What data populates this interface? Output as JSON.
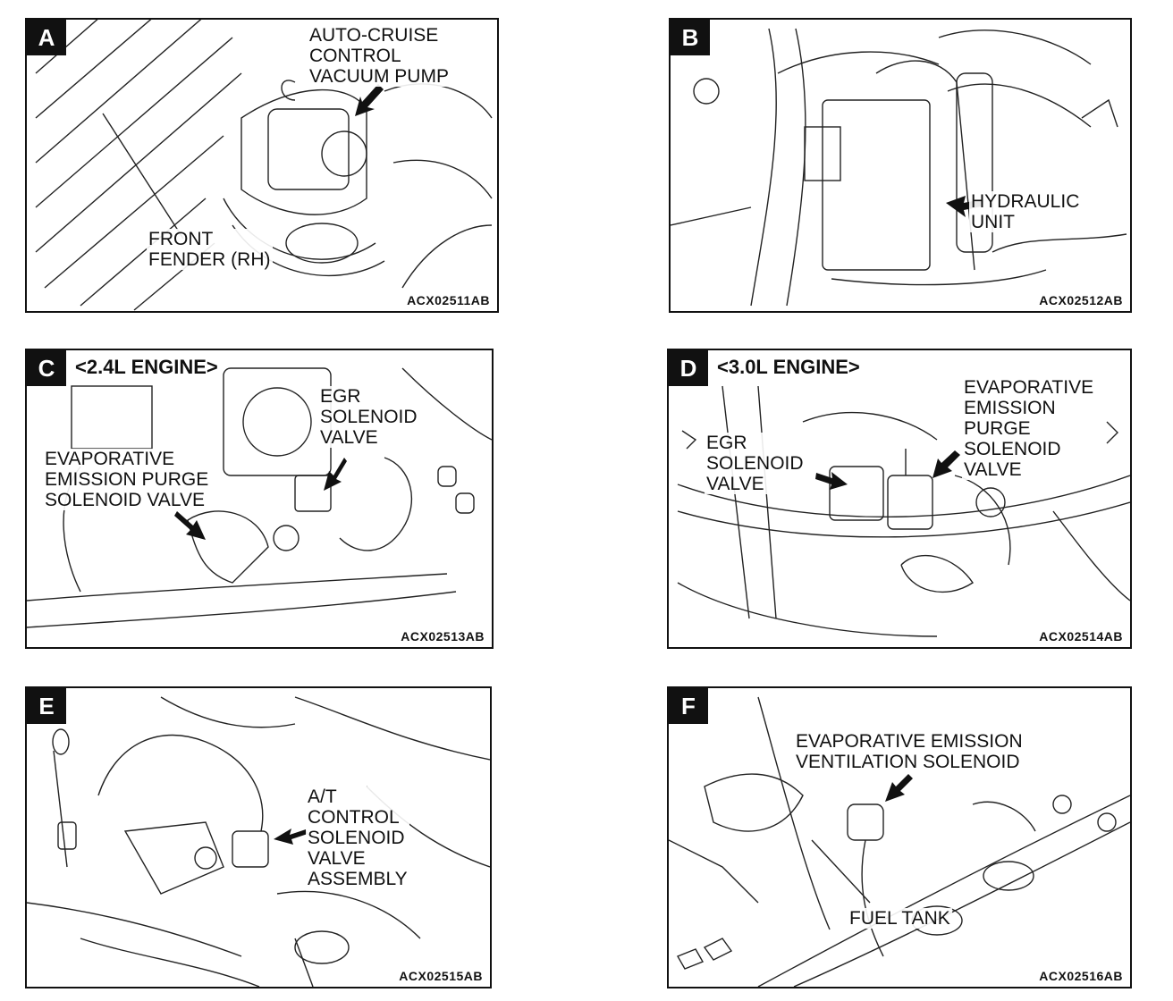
{
  "panels": {
    "a": {
      "letter": "A",
      "code": "ACX02511AB",
      "labels": {
        "pump": "AUTO-CRUISE\nCONTROL\nVACUUM PUMP",
        "fender": "FRONT\nFENDER (RH)"
      }
    },
    "b": {
      "letter": "B",
      "code": "ACX02512AB",
      "labels": {
        "hydraulic": "HYDRAULIC\nUNIT"
      }
    },
    "c": {
      "letter": "C",
      "code": "ACX02513AB",
      "engine": "<2.4L ENGINE>",
      "labels": {
        "egr": "EGR\nSOLENOID\nVALVE",
        "evap": "EVAPORATIVE\nEMISSION PURGE\nSOLENOID VALVE"
      }
    },
    "d": {
      "letter": "D",
      "code": "ACX02514AB",
      "engine": "<3.0L ENGINE>",
      "labels": {
        "evap": "EVAPORATIVE\nEMISSION\nPURGE\nSOLENOID\nVALVE",
        "egr": "EGR\nSOLENOID\nVALVE"
      }
    },
    "e": {
      "letter": "E",
      "code": "ACX02515AB",
      "labels": {
        "at": "A/T\nCONTROL\nSOLENOID\nVALVE\nASSEMBLY"
      }
    },
    "f": {
      "letter": "F",
      "code": "ACX02516AB",
      "labels": {
        "evap": "EVAPORATIVE EMISSION\nVENTILATION SOLENOID",
        "tank": "FUEL TANK"
      }
    }
  }
}
